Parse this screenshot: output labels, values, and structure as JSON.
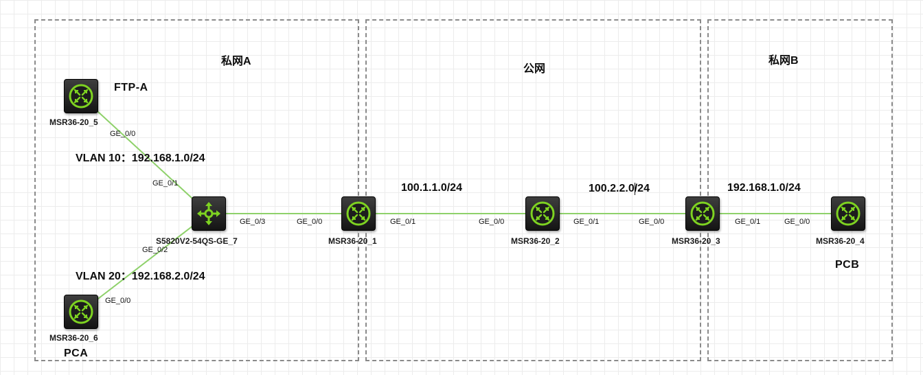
{
  "zones": {
    "private_a": "私网A",
    "public": "公网",
    "private_b": "私网B"
  },
  "devices": {
    "msr5": "MSR36-20_5",
    "msr6": "MSR36-20_6",
    "switch": "S5820V2-54QS-GE_7",
    "msr1": "MSR36-20_1",
    "msr2": "MSR36-20_2",
    "msr3": "MSR36-20_3",
    "msr4": "MSR36-20_4"
  },
  "hosts": {
    "ftp_a": "FTP-A",
    "pca": "PCA",
    "pcb": "PCB"
  },
  "networks": {
    "vlan10": "VLAN 10：192.168.1.0/24",
    "vlan20": "VLAN 20：192.168.2.0/24",
    "net_100_1": "100.1.1.0/24",
    "net_100_2": "100.2.2.0/24",
    "net_b": "192.168.1.0/24"
  },
  "ports": {
    "msr5_ge00": "GE_0/0",
    "sw_ge01": "GE_0/1",
    "sw_ge02": "GE_0/2",
    "msr6_ge00": "GE_0/0",
    "sw_ge03": "GE_0/3",
    "msr1_ge00": "GE_0/0",
    "msr1_ge01": "GE_0/1",
    "msr2_ge00": "GE_0/0",
    "msr2_ge01": "GE_0/1",
    "msr3_ge00": "GE_0/0",
    "msr3_ge01": "GE_0/1",
    "msr4_ge00": "GE_0/0"
  },
  "colors": {
    "link": "#8ed16a",
    "device_icon": "#7ed321",
    "zone_border": "#8a8a8a"
  },
  "icons": {
    "router": "router-icon",
    "switch": "switch-icon"
  }
}
